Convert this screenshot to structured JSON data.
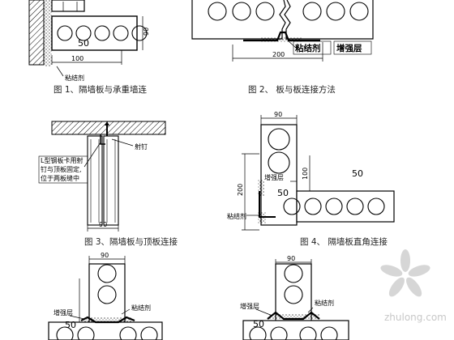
{
  "fig1": {
    "caption": "图 1、隔墙板与承重墙连",
    "dim_100": "100",
    "dim_90": "90",
    "label_50": "50",
    "adhesive": "粘结剂"
  },
  "fig2": {
    "caption": "图 2、 板与板连接方法",
    "dim_200": "200",
    "adhesive": "粘结剂",
    "reinforce": "增强层"
  },
  "fig3": {
    "caption": "图 3、隔墙板与顶板连接",
    "nail": "射钉",
    "note": [
      "L型钢板卡用射",
      "钉与顶板固定,",
      "位于两板缝中"
    ],
    "dim_90": "90"
  },
  "fig4": {
    "caption": "图 4、 隔墙板直角连接",
    "dim_90": "90",
    "dim_200": "200",
    "dim_100": "100",
    "reinforce": "增强层",
    "adhesive": "粘结剂",
    "label_50_a": "50",
    "label_50_b": "50"
  },
  "fig5": {
    "dim_90": "90",
    "adhesive": "粘结剂",
    "reinforce": "增强层",
    "label_50": "50"
  },
  "fig6": {
    "dim_90": "90",
    "reinforce": "增强层",
    "adhesive": "粘结剂",
    "label_50": "50"
  },
  "watermark": "zhulong.com"
}
